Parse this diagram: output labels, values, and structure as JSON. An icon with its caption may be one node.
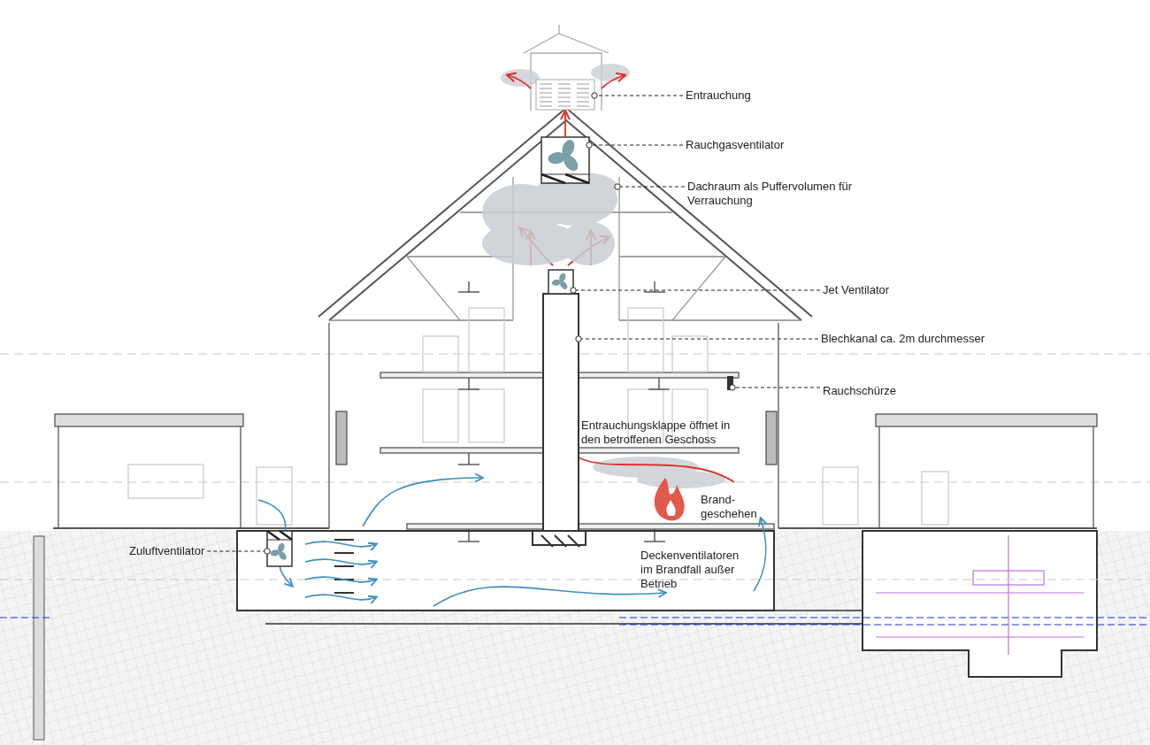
{
  "diagram": {
    "nodes": [
      {
        "text": [
          "Entrauchung"
        ]
      },
      {
        "text": [
          "Rauchgasventilator"
        ]
      },
      {
        "text": [
          "Dachraum als Puffervolumen für Verrauchung"
        ]
      },
      {
        "text": [
          "Jet Ventilator"
        ]
      },
      {
        "text": [
          "Blechkanal ca. 2m durchmesser"
        ]
      },
      {
        "text": [
          "Rauchschürze"
        ]
      },
      {
        "text": [
          "Zuluftventilator"
        ]
      },
      {
        "text": [],
        "shape": "picture"
      },
      {
        "text": [],
        "shape": "box"
      },
      {
        "text": [],
        "shape": "cloud"
      },
      {
        "text": [],
        "shape": "box"
      },
      {
        "text": [],
        "shape": "bar"
      },
      {
        "text": [],
        "shape": "bar"
      },
      {
        "text": [],
        "shape": "box"
      }
    ],
    "edges": [
      {
        "from": 0,
        "to": 7,
        "arrow": "other",
        "style": "dashed"
      },
      {
        "from": 1,
        "to": 8,
        "arrow": "other",
        "style": "dashed"
      },
      {
        "from": 2,
        "to": 9,
        "arrow": "other",
        "style": "dashed"
      },
      {
        "from": 3,
        "to": 10,
        "arrow": "other",
        "style": "dashed"
      },
      {
        "from": 4,
        "to": 11,
        "arrow": "other",
        "style": "dashed"
      },
      {
        "from": 5,
        "to": 12,
        "arrow": "other",
        "style": "dashed"
      },
      {
        "from": 6,
        "to": 13,
        "arrow": "other",
        "style": "dashed"
      },
      {
        "from": 8,
        "to": 7,
        "arrow": "to",
        "color": "#e0312b"
      }
    ],
    "labels": [
      "Entrauchungsklappe öffnet in den betroffenen Geschoss",
      "Brand- geschehen",
      "Deckenventilatoren im Brandfall außer Betrieb"
    ]
  }
}
